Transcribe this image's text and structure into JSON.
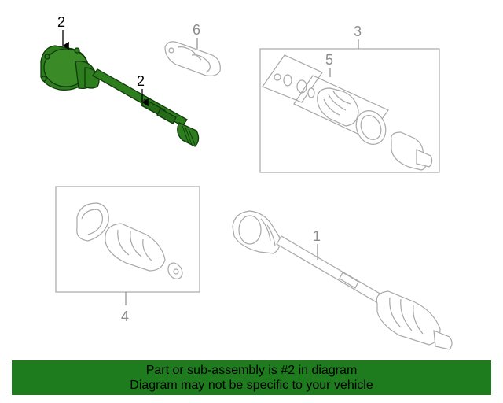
{
  "diagram": {
    "callouts": {
      "c1": "1",
      "c2a": "2",
      "c2b": "2",
      "c3": "3",
      "c4": "4",
      "c5": "5",
      "c6": "6"
    },
    "colors": {
      "highlight_fill": "#2e7d1f",
      "highlight_stroke": "#0f3a0a",
      "part_stroke": "#a8a8a8",
      "callout_highlight": "#000000",
      "callout_normal": "#8c8c8c"
    }
  },
  "banner": {
    "line1": "Part or sub-assembly is #2 in diagram",
    "line2": "Diagram may not be specific to your vehicle",
    "color": "#1e7b1e"
  }
}
